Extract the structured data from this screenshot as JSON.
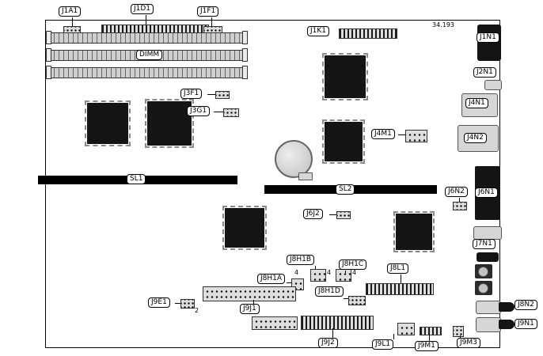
{
  "figure_number": "34.193",
  "labels": {
    "j1a1": "J1A1",
    "j1d1": "J1D1",
    "j1f1": "J1F1",
    "j1k1": "J1K1",
    "j1n1": "J1N1",
    "j2n1": "J2N1",
    "dimm": "DIMM",
    "j3f1": "J3F1",
    "j3g1": "J3G1",
    "j4m1": "J4M1",
    "j4n1": "J4N1",
    "j4n2": "J4N2",
    "sl1": "SL1",
    "sl2": "SL2",
    "j6j2": "J6J2",
    "j6n2": "J6N2",
    "j6n1": "J6N1",
    "j7n1": "J7N1",
    "j8h1a": "J8H1A",
    "j8h1b": "J8H1B",
    "j8h1c": "J8H1C",
    "j8h1d": "J8H1D",
    "j8l1": "J8L1",
    "j8n2": "J8N2",
    "j9e1": "J9E1",
    "j9j1": "J9J1",
    "j9j2": "J9J2",
    "j9l1": "J9L1",
    "j9m1": "J9M1",
    "j9m3": "J9M3",
    "j9n1": "J9N1"
  },
  "pins": {
    "four": "4",
    "two": "2"
  }
}
